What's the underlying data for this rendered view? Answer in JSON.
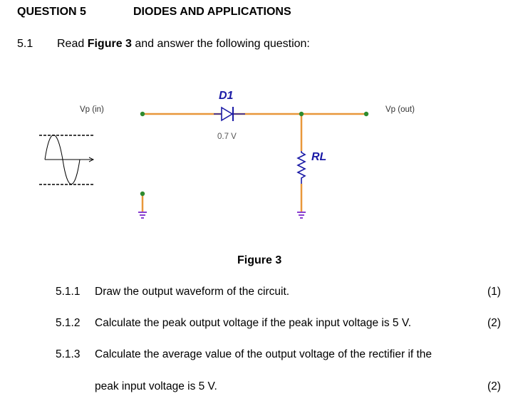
{
  "header": {
    "question_number": "QUESTION 5",
    "question_title": "DIODES AND APPLICATIONS"
  },
  "section": {
    "number": "5.1",
    "prompt_prefix": "Read ",
    "prompt_figure": "Figure 3",
    "prompt_suffix": " and answer the following question:"
  },
  "circuit": {
    "input_label": "Vp (in)",
    "output_label": "Vp (out)",
    "diode_name": "D1",
    "diode_drop": "0.7 V",
    "load_name": "RL",
    "colors": {
      "wire": "#e8973a",
      "node": "#2e8b2e",
      "component": "#1a1aa6",
      "ground": "#8a3fd1"
    }
  },
  "figure_caption": "Figure 3",
  "subquestions": [
    {
      "number": "5.1.1",
      "text": "Draw the output waveform of the circuit.",
      "marks": "(1)"
    },
    {
      "number": "5.1.2",
      "text": "Calculate the peak output voltage if the peak input voltage is 5 V.",
      "marks": "(2)"
    },
    {
      "number": "5.1.3",
      "text": "Calculate the average value of the output voltage of the rectifier if the",
      "continuation": "peak input voltage is 5 V.",
      "marks": "(2)"
    }
  ]
}
